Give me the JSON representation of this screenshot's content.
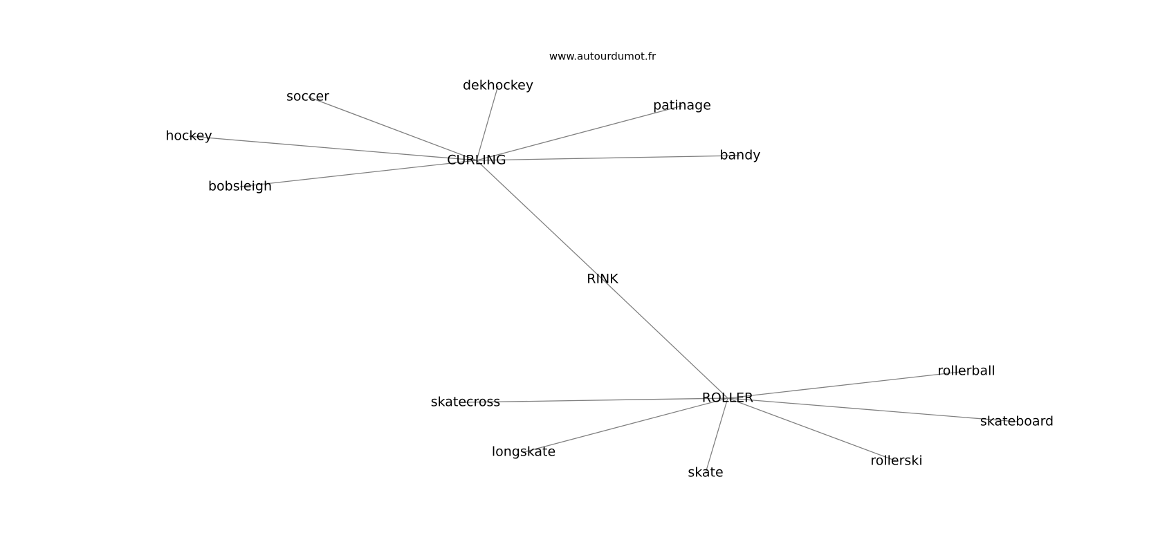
{
  "watermark": "www.autourdumot.fr",
  "colors": {
    "edge": "#808080",
    "label": "#000000",
    "background": "#ffffff"
  },
  "graph": {
    "nodes": [
      {
        "id": "rink",
        "label": "RINK"
      },
      {
        "id": "curling",
        "label": "CURLING"
      },
      {
        "id": "roller",
        "label": "ROLLER"
      },
      {
        "id": "soccer",
        "label": "soccer"
      },
      {
        "id": "dekhockey",
        "label": "dekhockey"
      },
      {
        "id": "patinage",
        "label": "patinage"
      },
      {
        "id": "hockey",
        "label": "hockey"
      },
      {
        "id": "bandy",
        "label": "bandy"
      },
      {
        "id": "bobsleigh",
        "label": "bobsleigh"
      },
      {
        "id": "rollerball",
        "label": "rollerball"
      },
      {
        "id": "skatecross",
        "label": "skatecross"
      },
      {
        "id": "skateboard",
        "label": "skateboard"
      },
      {
        "id": "longskate",
        "label": "longskate"
      },
      {
        "id": "rollerski",
        "label": "rollerski"
      },
      {
        "id": "skate",
        "label": "skate"
      }
    ],
    "edges": [
      [
        "rink",
        "curling"
      ],
      [
        "rink",
        "roller"
      ],
      [
        "curling",
        "soccer"
      ],
      [
        "curling",
        "dekhockey"
      ],
      [
        "curling",
        "patinage"
      ],
      [
        "curling",
        "hockey"
      ],
      [
        "curling",
        "bandy"
      ],
      [
        "curling",
        "bobsleigh"
      ],
      [
        "roller",
        "rollerball"
      ],
      [
        "roller",
        "skatecross"
      ],
      [
        "roller",
        "skateboard"
      ],
      [
        "roller",
        "longskate"
      ],
      [
        "roller",
        "rollerski"
      ],
      [
        "roller",
        "skate"
      ]
    ]
  }
}
